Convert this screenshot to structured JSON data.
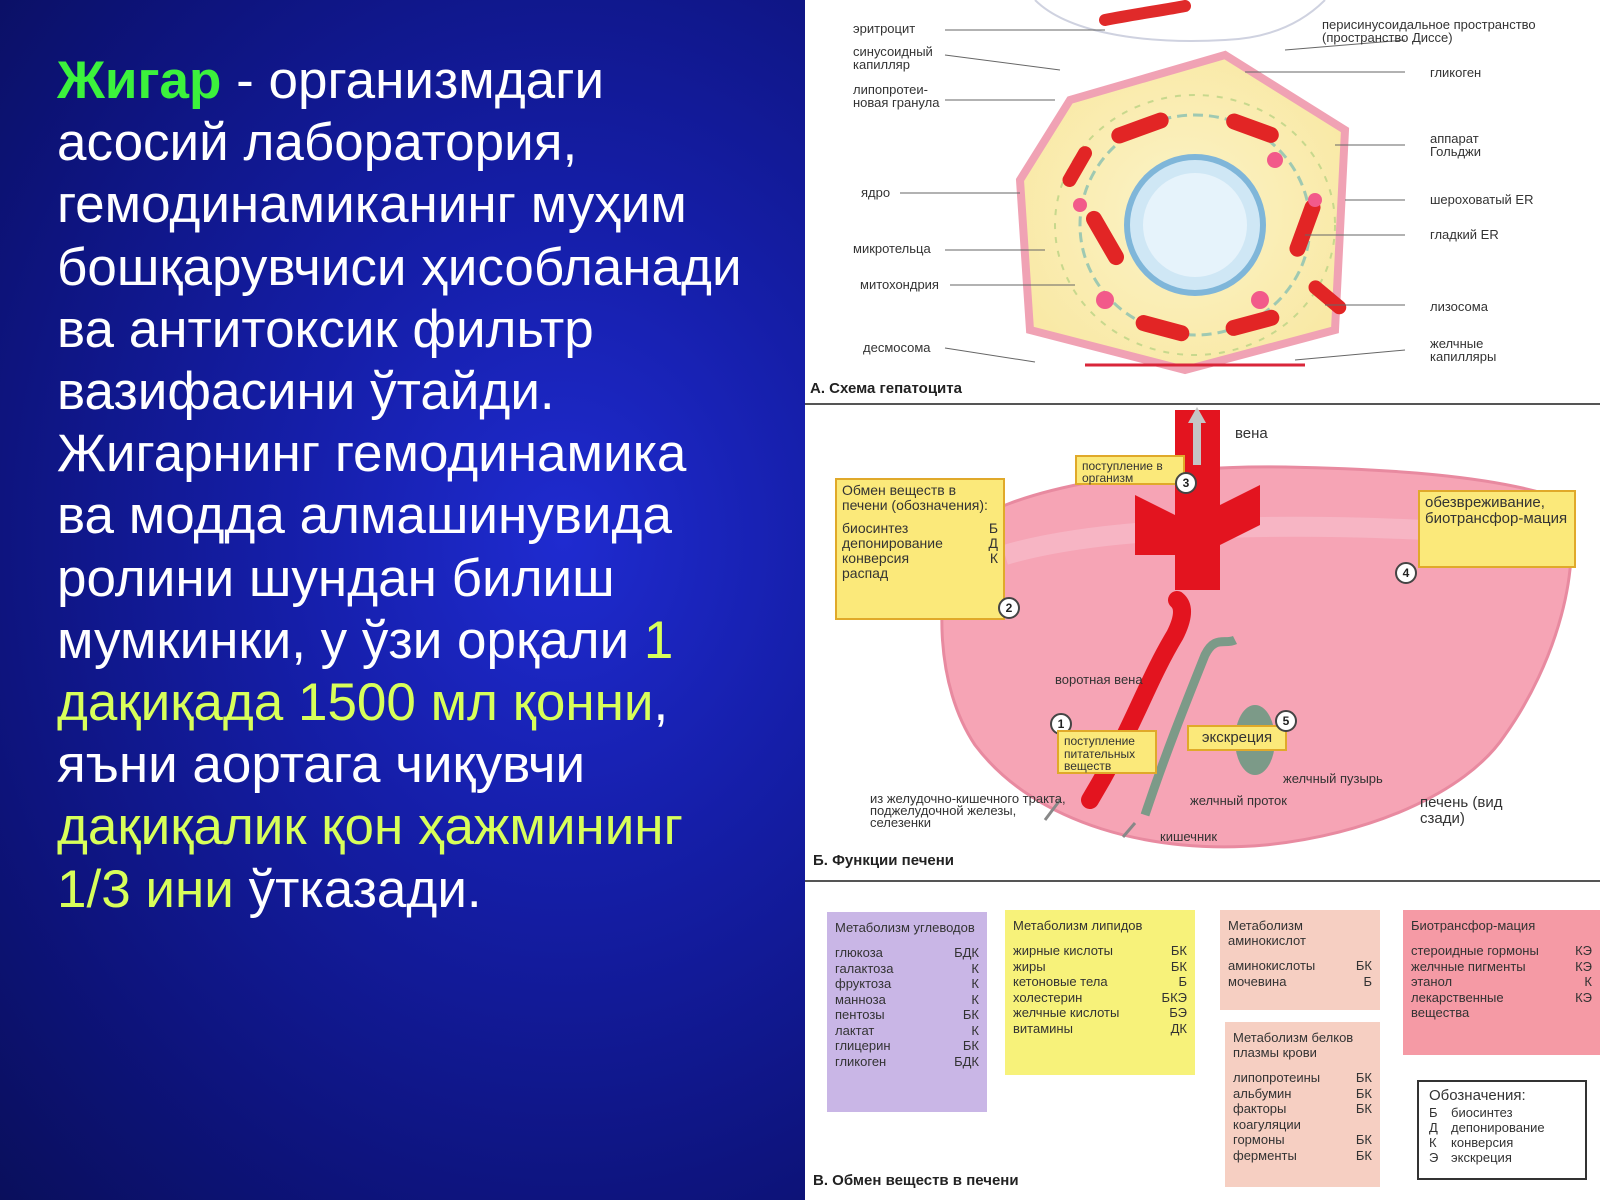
{
  "left": {
    "title_word": "Жигар",
    "text_part1": " - организмдаги асосий лаборатория, гемодинамиканинг муҳим бошқарувчиси ҳисобланади ва антитоксик фильтр вазифасини ўтайди. Жигарнинг гемодинамика ва модда алмашинувида ролини шундан билиш мумкинки, у  ўзи орқали ",
    "highlight1": "1 дақиқада 1500 мл қонни",
    "text_part2": ", яъни аортага чиқувчи ",
    "highlight2": "дақиқалик қон ҳажмининг 1/3 ини",
    "text_part3": " ўтказади."
  },
  "section_a": {
    "title": "А. Схема гепатоцита",
    "labels_left": [
      "эритроцит",
      "синусоидный капилляр",
      "липопротеи-новая гранула",
      "ядро",
      "микротельца",
      "митохондрия",
      "десмосома"
    ],
    "labels_right": [
      "перисинусоидальное пространство (пространство Диссе)",
      "гликоген",
      "аппарат Гольджи",
      "шероховатый ER",
      "гладкий ER",
      "лизосома",
      "желчные капилляры"
    ]
  },
  "section_b": {
    "title": "Б. Функции печени",
    "vein_label": "вена",
    "box_metabolism": {
      "title": "Обмен веществ в печени (обозначения):",
      "rows": [
        [
          "биосинтез",
          "Б"
        ],
        [
          "депонирование",
          "Д"
        ],
        [
          "конверсия",
          "К"
        ],
        [
          "распад",
          ""
        ]
      ]
    },
    "box_intake": "поступление в организм",
    "box_detox": "обезвреживание, биотрансфор-мация",
    "portal_vein": "воротная вена",
    "box_nutrients": "поступление питательных веществ",
    "box_excretion": "экскреция",
    "gallbladder": "желчный пузырь",
    "bile_duct": "желчный проток",
    "from_gi": "из желудочно-кишечного тракта, поджелудочной железы, селезенки",
    "intestine": "кишечник",
    "liver_back": "печень (вид сзади)",
    "numbers": [
      "1",
      "2",
      "3",
      "4",
      "5"
    ]
  },
  "section_c": {
    "title": "В. Обмен веществ в печени",
    "carbs": {
      "title": "Метаболизм углеводов",
      "rows": [
        [
          "глюкоза",
          "БДК"
        ],
        [
          "галактоза",
          "К"
        ],
        [
          "фруктоза",
          "К"
        ],
        [
          "манноза",
          "К"
        ],
        [
          "пентозы",
          "БК"
        ],
        [
          "лактат",
          "К"
        ],
        [
          "глицерин",
          "БК"
        ],
        [
          "гликоген",
          "БДК"
        ]
      ]
    },
    "lipids": {
      "title": "Метаболизм липидов",
      "rows": [
        [
          "жирные кислоты",
          "БК"
        ],
        [
          "жиры",
          "БК"
        ],
        [
          "кетоновые тела",
          "Б"
        ],
        [
          "холестерин",
          "БКЭ"
        ],
        [
          "желчные кислоты",
          "БЭ"
        ],
        [
          "витамины",
          "ДК"
        ]
      ]
    },
    "amino": {
      "title": "Метаболизм аминокислот",
      "rows": [
        [
          "аминокислоты",
          "БК"
        ],
        [
          "мочевина",
          "Б"
        ]
      ]
    },
    "plasma": {
      "title": "Метаболизм белков плазмы крови",
      "rows": [
        [
          "липопротеины",
          "БК"
        ],
        [
          "альбумин",
          "БК"
        ],
        [
          "факторы коагуляции",
          "БК"
        ],
        [
          "гормоны",
          "БК"
        ],
        [
          "ферменты",
          "БК"
        ]
      ]
    },
    "biotrans": {
      "title": "Биотрансфор-мация",
      "rows": [
        [
          "стероидные гормоны",
          "КЭ"
        ],
        [
          "желчные пигменты",
          "КЭ"
        ],
        [
          "этанол",
          "К"
        ],
        [
          "лекарственные вещества",
          "КЭ"
        ]
      ]
    },
    "legend": {
      "title": "Обозначения:",
      "rows": [
        [
          "Б",
          "биосинтез"
        ],
        [
          "Д",
          "депонирование"
        ],
        [
          "К",
          "конверсия"
        ],
        [
          "Э",
          "экскреция"
        ]
      ]
    }
  },
  "colors": {
    "background": "#0d1270",
    "title_green": "#3cf23c",
    "highlight_yellow": "#d8ff5a",
    "carbs_box": "#c9b6e6",
    "lipids_box": "#f7f27a",
    "amino_box": "#f6cfc2",
    "biotrans_box": "#f59aa5",
    "liver": "#f6a4b5"
  }
}
